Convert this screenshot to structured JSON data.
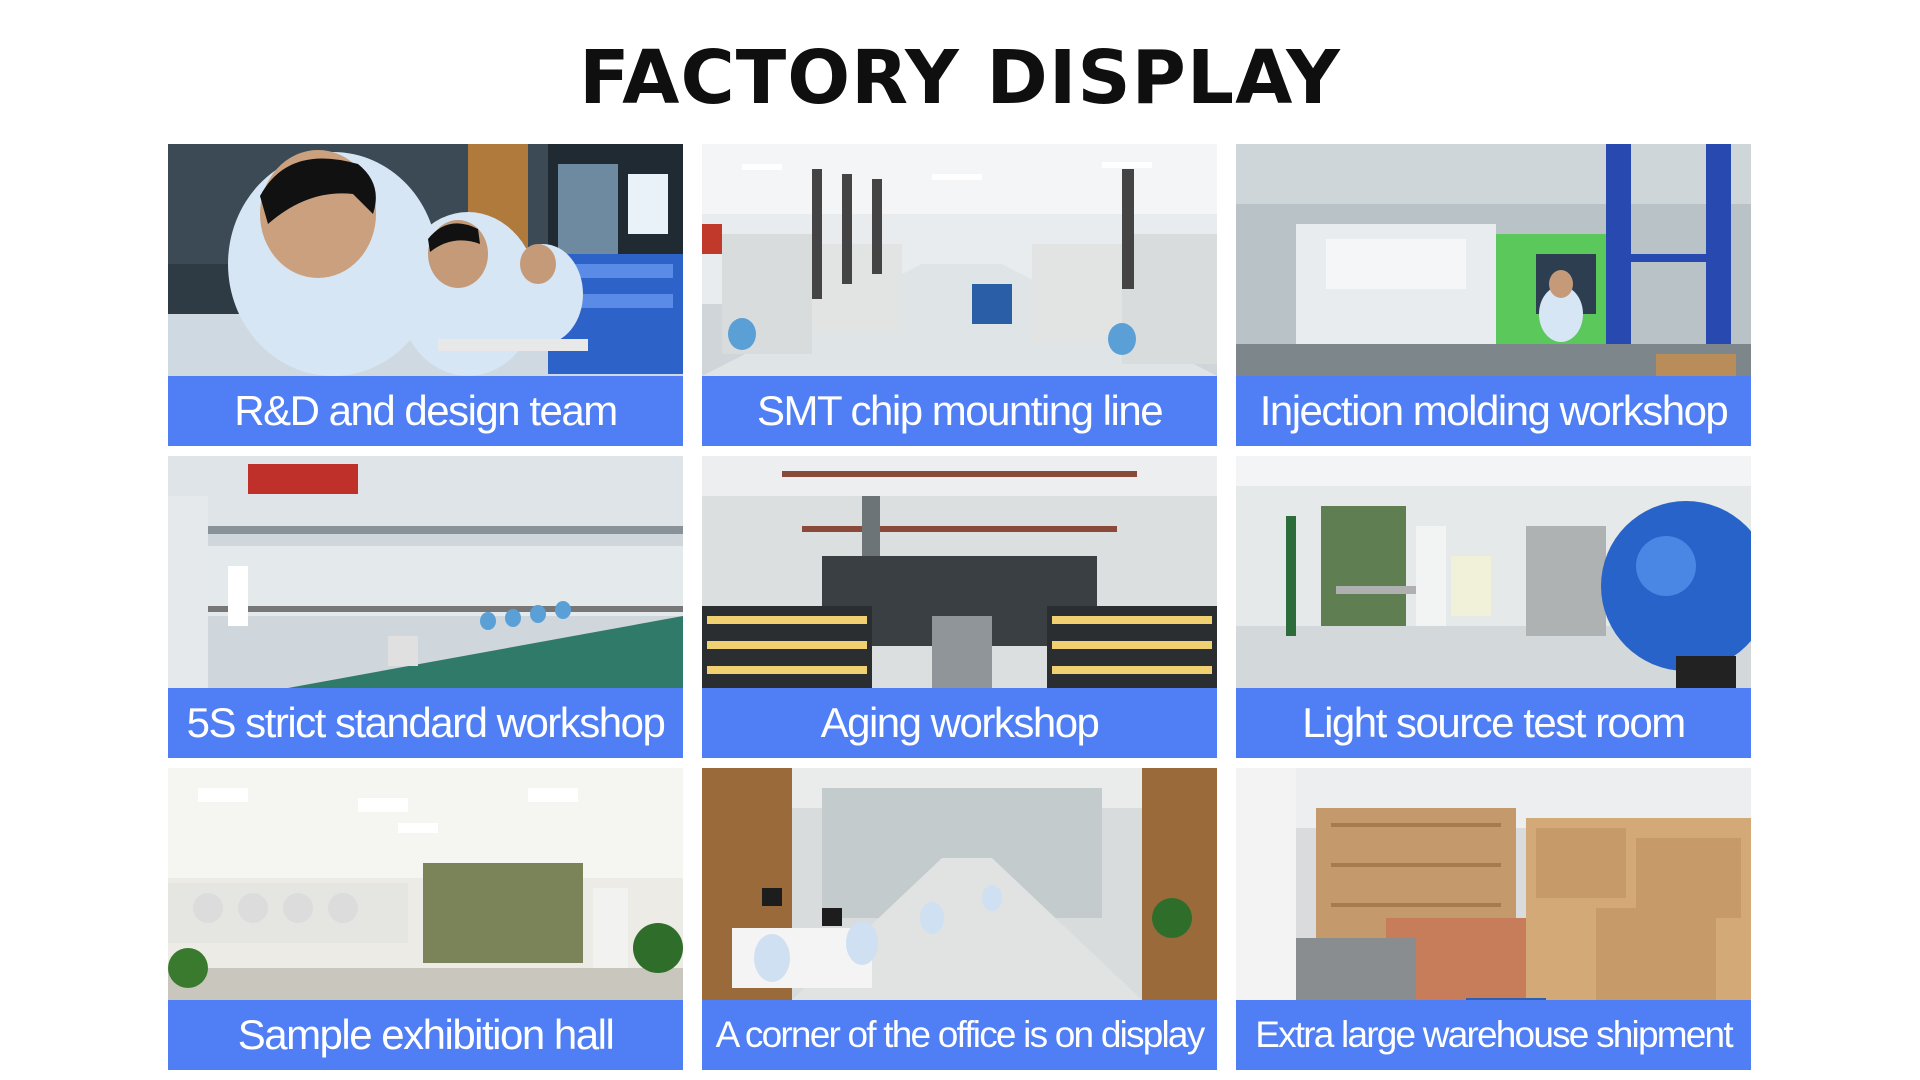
{
  "page": {
    "title": "FACTORY DISPLAY"
  },
  "colors": {
    "caption_bar": "#4f7ef5",
    "caption_text": "#ffffff",
    "title_text": "#0f0f0f"
  },
  "tiles": [
    {
      "caption": "R&D and design team",
      "photo": "rnd-team-photo"
    },
    {
      "caption": "SMT chip mounting line",
      "photo": "smt-line-photo"
    },
    {
      "caption": "Injection molding workshop",
      "photo": "injection-molding-photo"
    },
    {
      "caption": "5S strict standard workshop",
      "photo": "5s-workshop-photo"
    },
    {
      "caption": "Aging workshop",
      "photo": "aging-workshop-photo"
    },
    {
      "caption": "Light source test room",
      "photo": "light-test-room-photo"
    },
    {
      "caption": "Sample exhibition hall",
      "photo": "sample-hall-photo"
    },
    {
      "caption": "A corner of the office is on display",
      "photo": "office-corner-photo"
    },
    {
      "caption": "Extra large warehouse shipment",
      "photo": "warehouse-photo"
    }
  ]
}
